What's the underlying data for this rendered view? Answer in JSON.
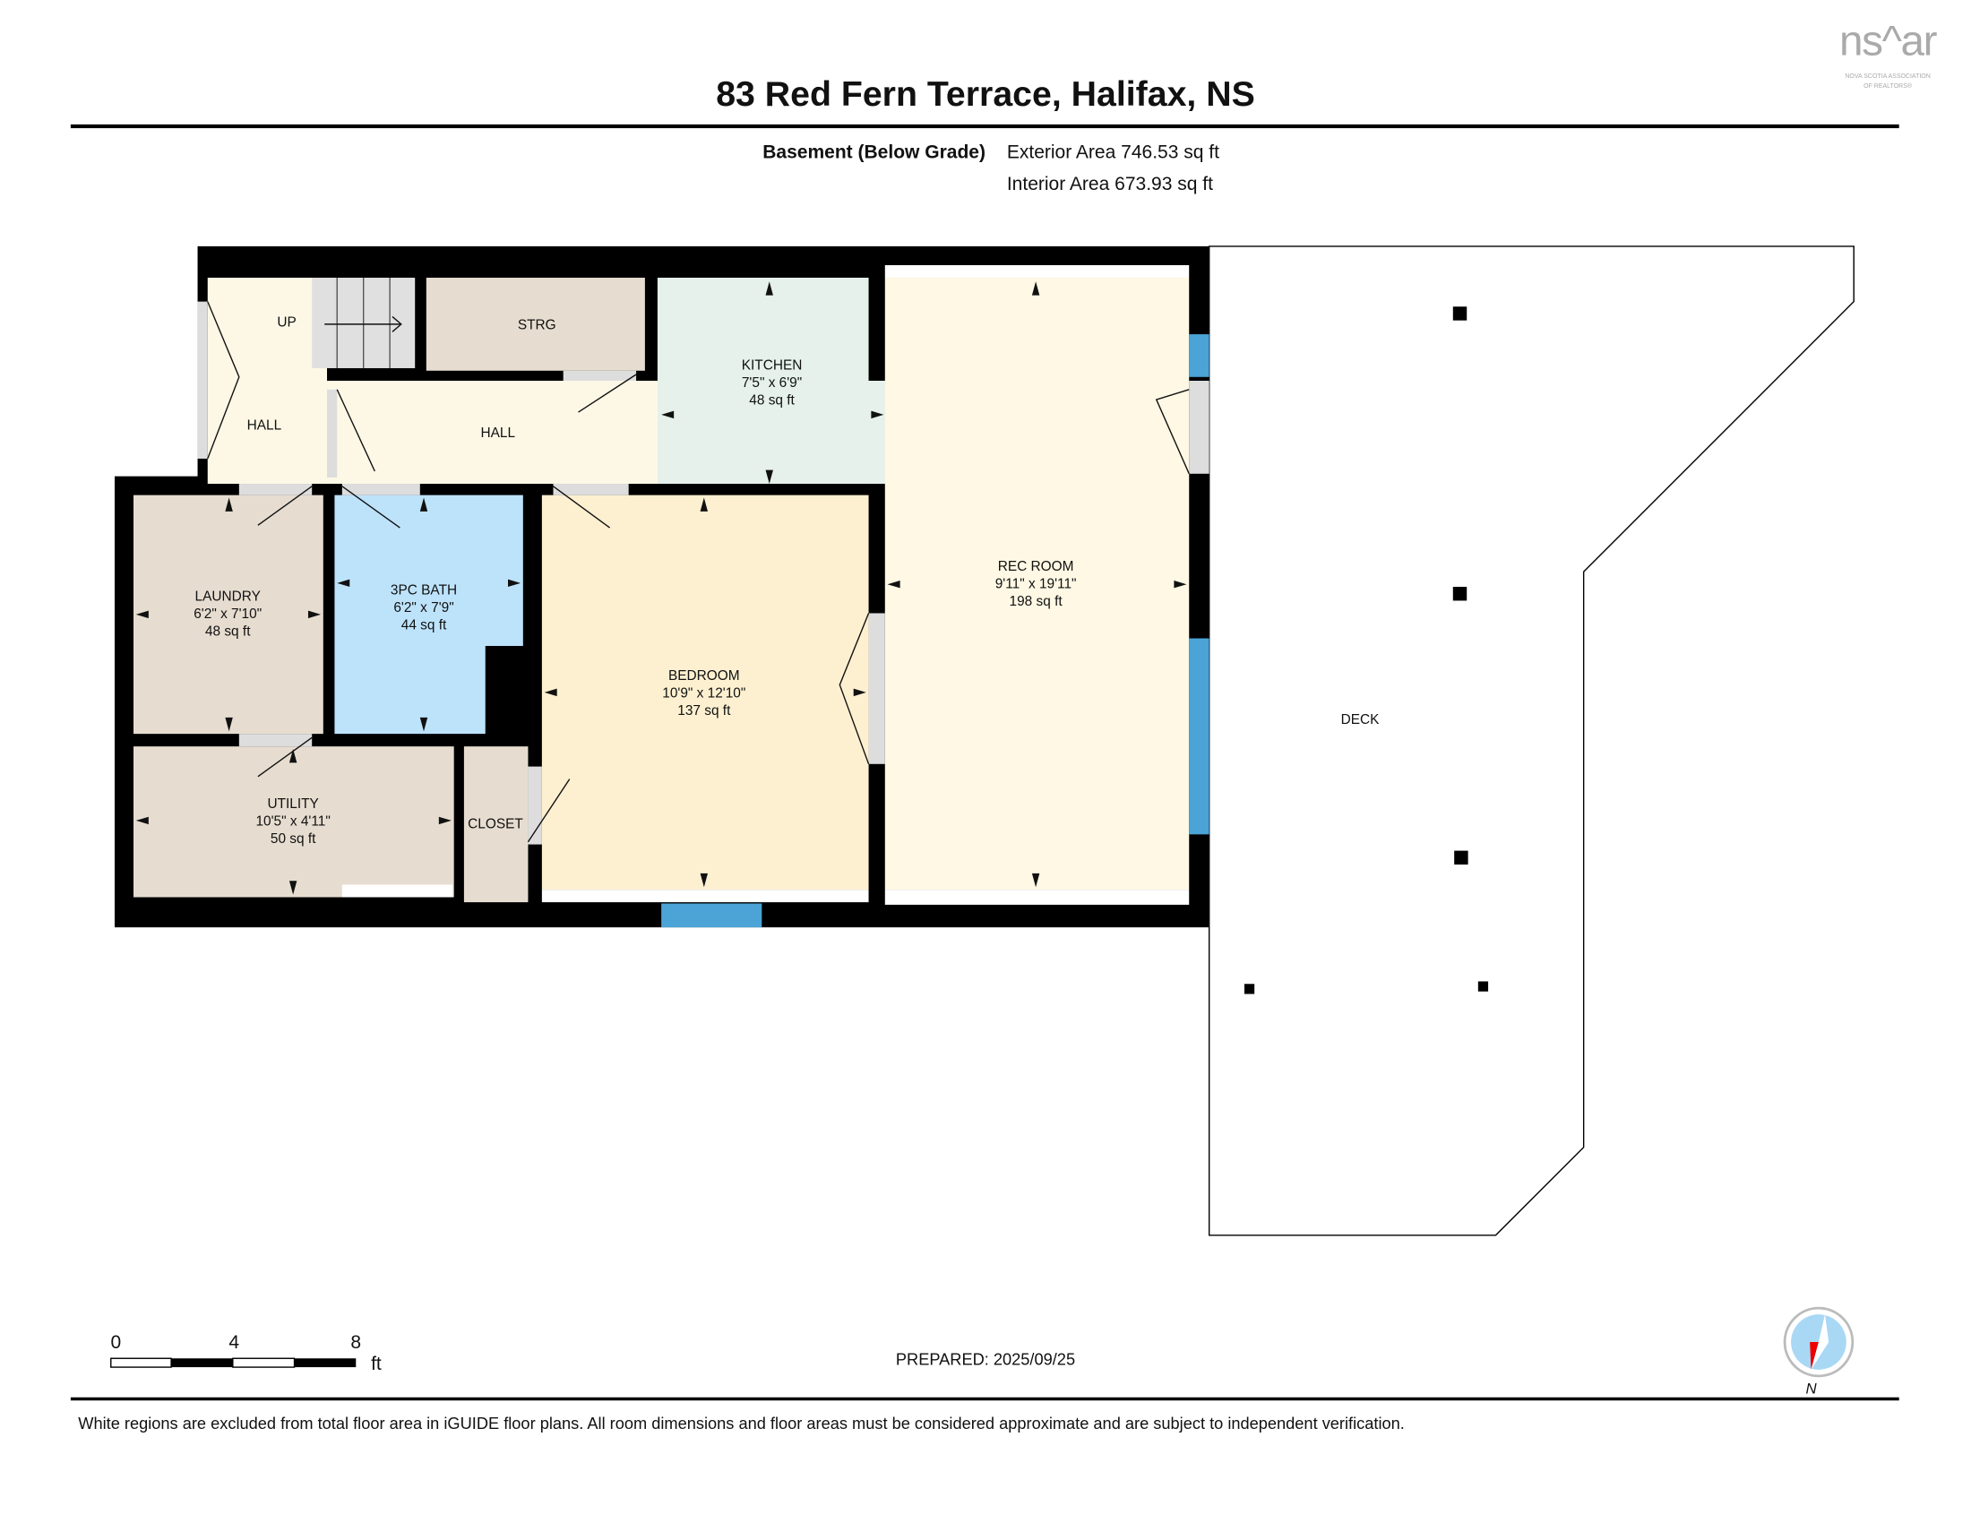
{
  "header": {
    "title": "83 Red Fern Terrace, Halifax, NS",
    "floor_label": "Basement (Below Grade)",
    "exterior_area": "Exterior Area 746.53 sq ft",
    "interior_area": "Interior Area 673.93 sq ft"
  },
  "logo": {
    "text": "nsar",
    "subtext": "NOVA SCOTIA ASSOCIATION OF REALTORS"
  },
  "rooms": {
    "up": {
      "name": "UP"
    },
    "hall_left": {
      "name": "HALL"
    },
    "strg": {
      "name": "STRG"
    },
    "hall": {
      "name": "HALL"
    },
    "kitchen": {
      "name": "KITCHEN",
      "dims": "7'5\" x 6'9\"",
      "area": "48 sq ft"
    },
    "rec_room": {
      "name": "REC ROOM",
      "dims": "9'11\" x 19'11\"",
      "area": "198 sq ft"
    },
    "laundry": {
      "name": "LAUNDRY",
      "dims": "6'2\" x 7'10\"",
      "area": "48 sq ft"
    },
    "bath": {
      "name": "3PC BATH",
      "dims": "6'2\" x 7'9\"",
      "area": "44 sq ft"
    },
    "bedroom": {
      "name": "BEDROOM",
      "dims": "10'9\" x 12'10\"",
      "area": "137 sq ft"
    },
    "utility": {
      "name": "UTILITY",
      "dims": "10'5\" x 4'11\"",
      "area": "50 sq ft"
    },
    "closet": {
      "name": "CLOSET"
    },
    "deck": {
      "name": "DECK"
    }
  },
  "scale_bar": {
    "ticks": [
      "0",
      "4",
      "8"
    ],
    "unit": "ft"
  },
  "prepared": "PREPARED: 2025/09/25",
  "compass": {
    "label": "N"
  },
  "footer": "White regions are excluded from total floor area in iGUIDE floor plans. All room dimensions and floor areas must be considered approximate and are subject to independent verification.",
  "colors": {
    "wall": "#000000",
    "hall": "#fdf8e6",
    "storage": "#e6ddd0",
    "kitchen": "#e5f1ea",
    "bath": "#bde3fb",
    "bedroom": "#fdf0d0",
    "rec_room": "#fef8e4",
    "window": "#4ba3d6"
  }
}
